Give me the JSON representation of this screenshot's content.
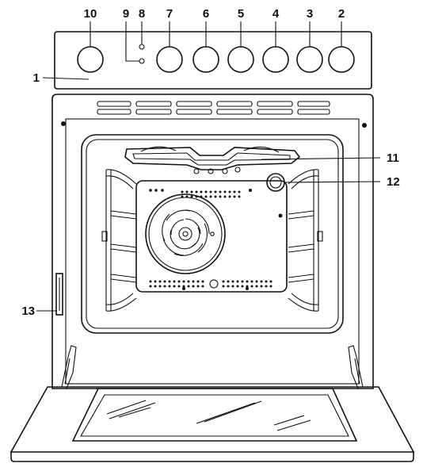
{
  "diagram": {
    "labels": {
      "n1": "1",
      "n2": "2",
      "n3": "3",
      "n4": "4",
      "n5": "5",
      "n6": "6",
      "n7": "7",
      "n8": "8",
      "n9": "9",
      "n10": "10",
      "n11": "11",
      "n12": "12",
      "n13": "13"
    },
    "line_color": "#111111",
    "background": "#ffffff"
  }
}
